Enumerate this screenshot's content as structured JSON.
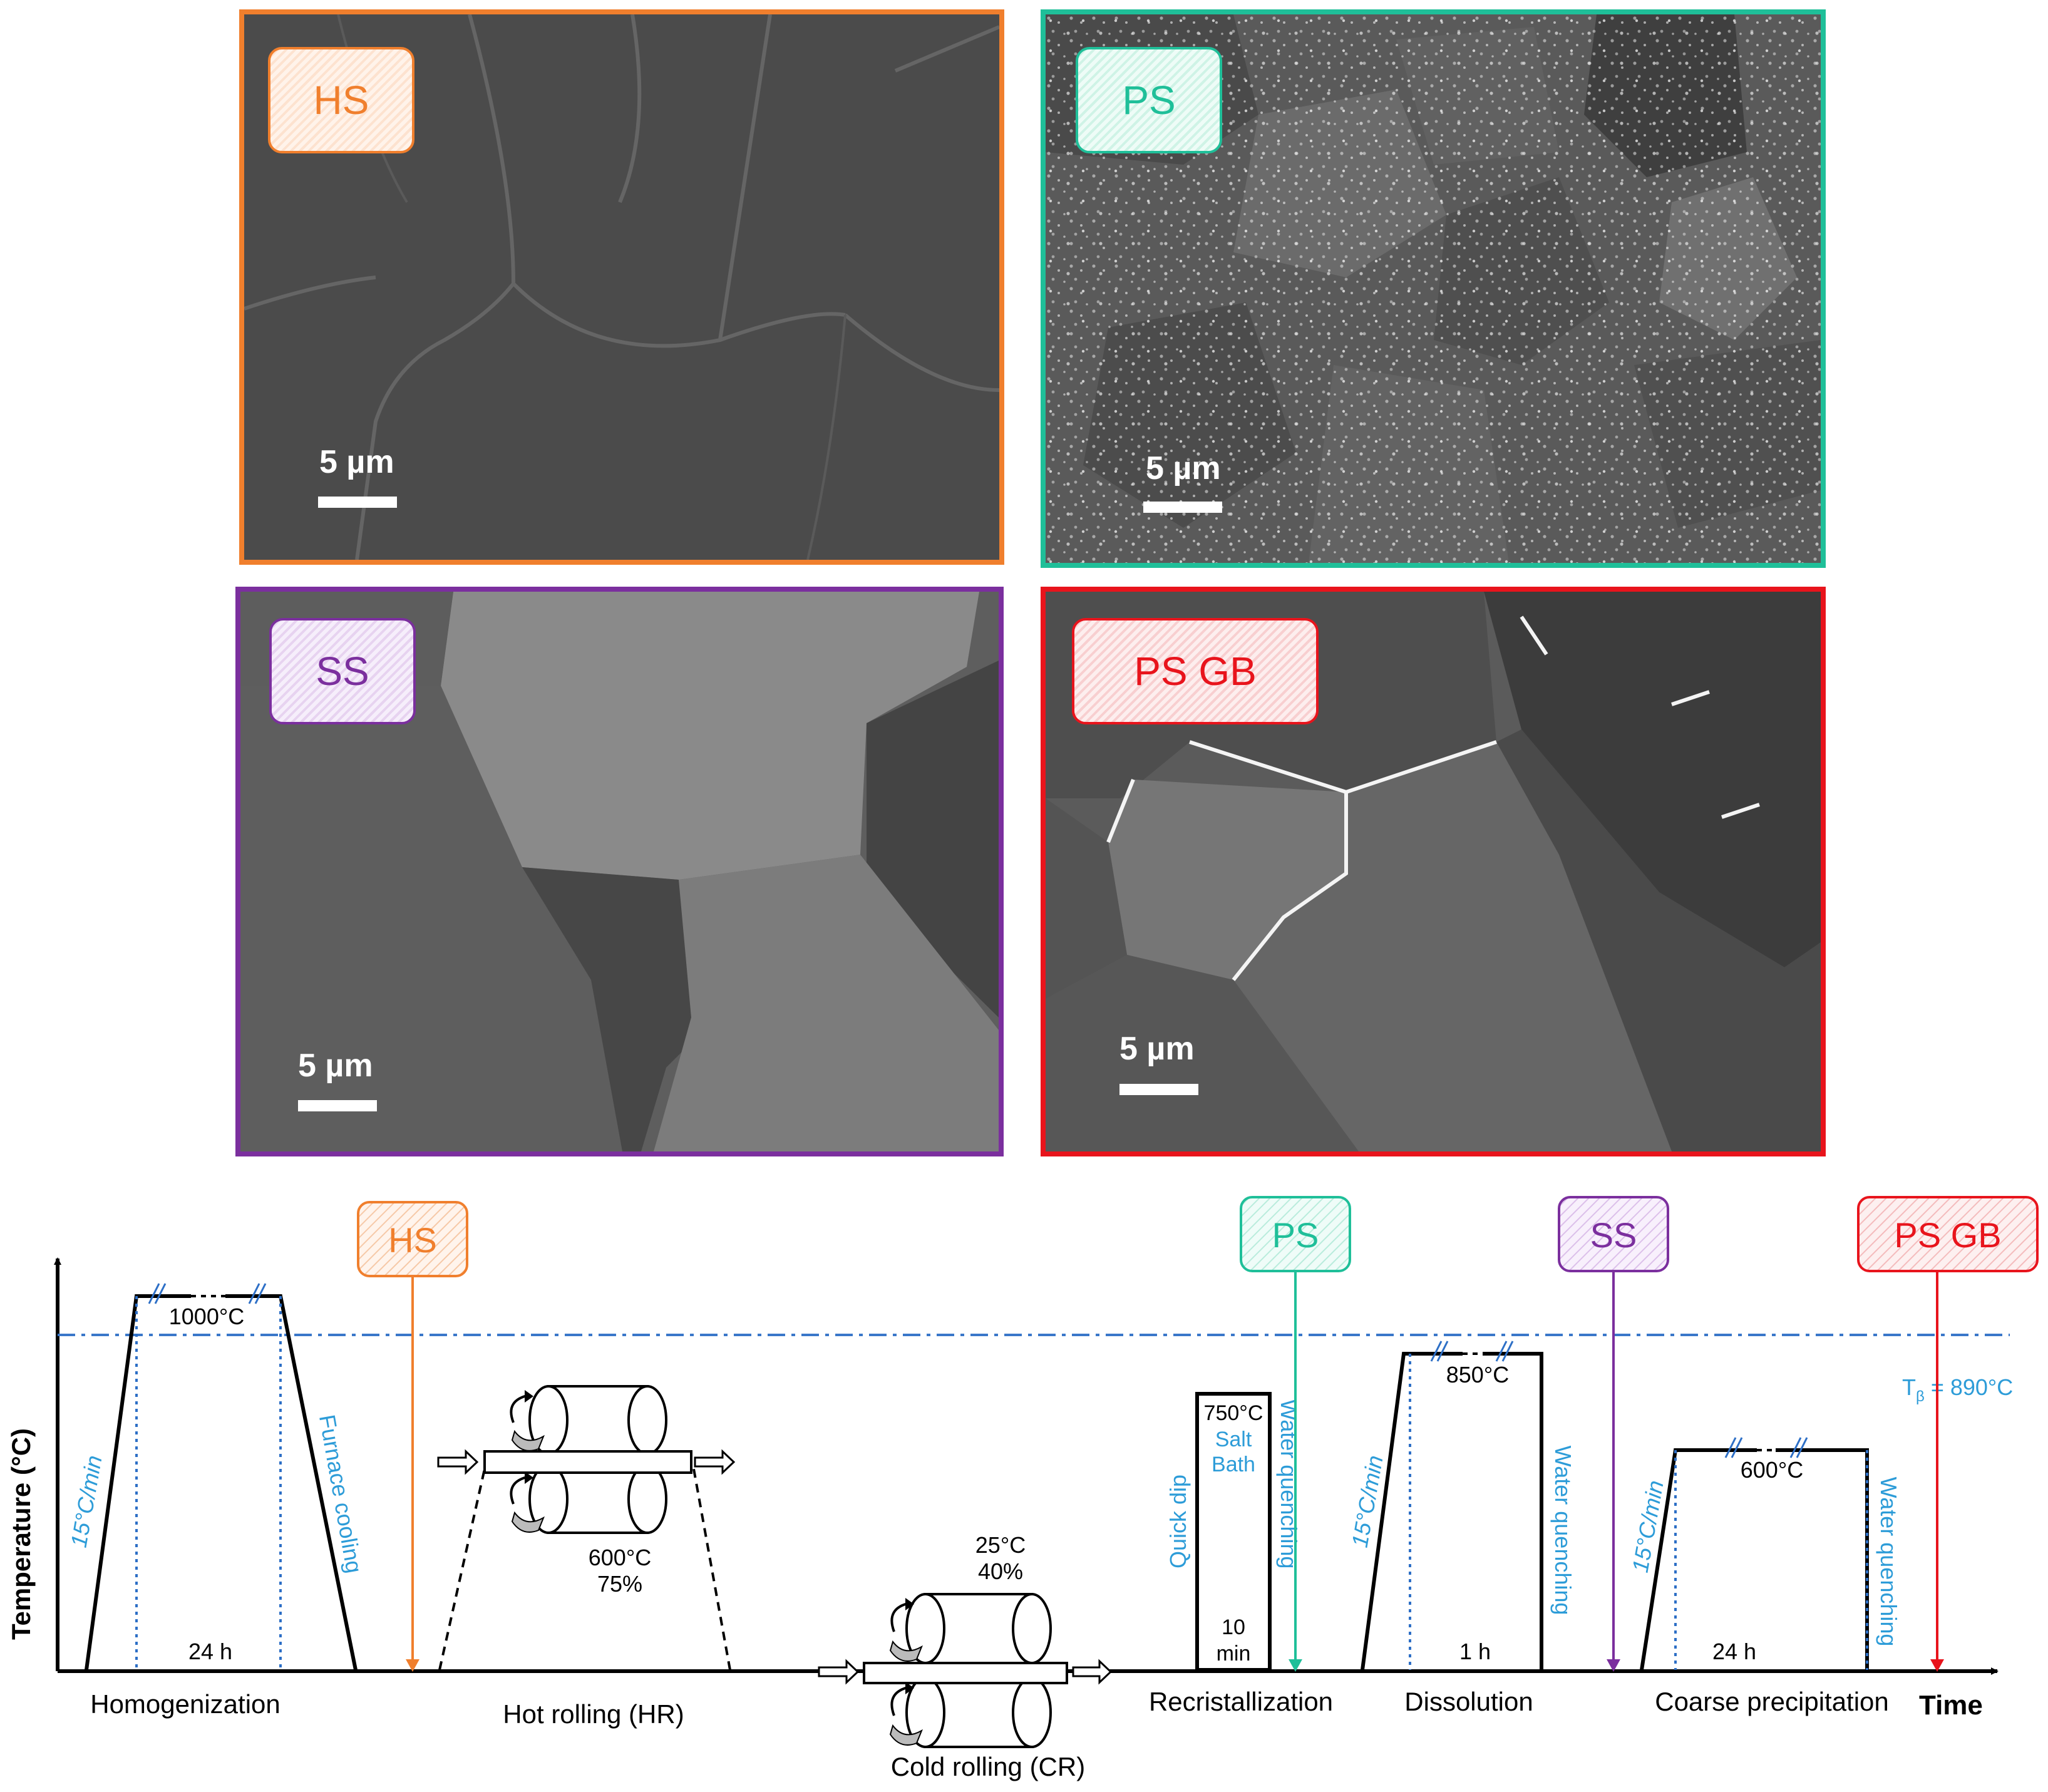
{
  "panels": {
    "hs": {
      "label": "HS",
      "scale": "5 µm",
      "color": "#F07F2D"
    },
    "ps": {
      "label": "PS",
      "scale": "5 µm",
      "color": "#1FBF99"
    },
    "ss": {
      "label": "SS",
      "scale": "5 µm",
      "color": "#7B2F9E"
    },
    "psgb": {
      "label": "PS GB",
      "scale": "5 µm",
      "color": "#E8141C"
    }
  },
  "diagram": {
    "y_axis": "Temperature (°C)",
    "x_axis": "Time",
    "t_beta": "T",
    "t_beta_sub": "β",
    "t_beta_value": " = 890°C",
    "homogenization": {
      "temp": "1000°C",
      "time": "24 h",
      "rate": "15°C/min",
      "cooling": "Furnace cooling",
      "name": "Homogenization"
    },
    "hot_rolling": {
      "temp": "600°C",
      "reduction": "75%",
      "name": "Hot rolling (HR)"
    },
    "cold_rolling": {
      "temp": "25°C",
      "reduction": "40%",
      "name": "Cold rolling (CR)"
    },
    "recrystallization": {
      "temp": "750°C",
      "bath1": "Salt",
      "bath2": "Bath",
      "dip": "Quick dip",
      "quench": "Water quenching",
      "time1": "10",
      "time2": "min",
      "name": "Recristallization"
    },
    "dissolution": {
      "temp": "850°C",
      "time": "1 h",
      "rate": "15°C/min",
      "quench": "Water quenching",
      "name": "Dissolution"
    },
    "coarse": {
      "temp": "600°C",
      "time": "24 h",
      "rate": "15°C/min",
      "quench": "Water quenching",
      "name": "Coarse precipitation"
    },
    "markers": {
      "hs": "HS",
      "ps": "PS",
      "ss": "SS",
      "psgb": "PS GB"
    }
  }
}
